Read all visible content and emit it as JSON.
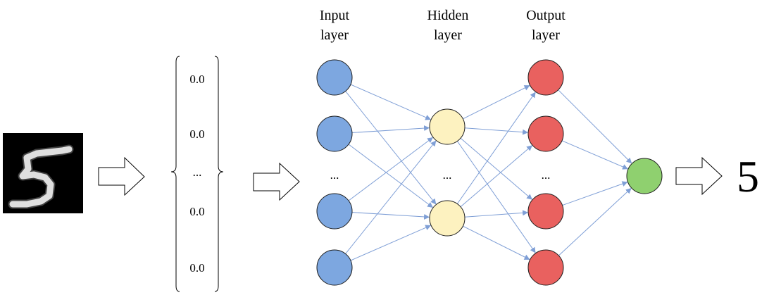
{
  "layers": {
    "input": {
      "label_line1": "Input",
      "label_line2": "layer",
      "color": "#7da7e0"
    },
    "hidden": {
      "label_line1": "Hidden",
      "label_line2": "layer",
      "color": "#fdf2c0"
    },
    "output": {
      "label_line1": "Output",
      "label_line2": "layer",
      "color": "#e9615f"
    },
    "final": {
      "color": "#8fd06f"
    }
  },
  "vector": {
    "values": [
      "0.0",
      "0.0",
      "0.0",
      "0.0"
    ],
    "ellipsis": "..."
  },
  "ellipsis": "...",
  "result": "5",
  "digit_image": {
    "description_icon": "handwritten-digit-5-icon"
  }
}
